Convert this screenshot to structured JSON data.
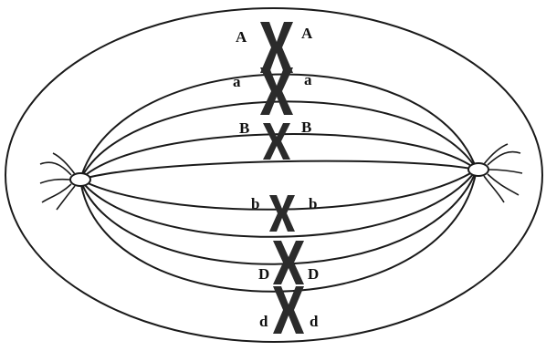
{
  "figure": {
    "colors": {
      "background": "#ffffff",
      "outline": "#1a1a1a",
      "chromosome": "#2b2b2b"
    },
    "chromosomes": [
      {
        "id": "chrom-A",
        "left_label": "A",
        "right_label": "A"
      },
      {
        "id": "chrom-a",
        "left_label": "a",
        "right_label": "a"
      },
      {
        "id": "chrom-B",
        "left_label": "B",
        "right_label": "B"
      },
      {
        "id": "chrom-b",
        "left_label": "b",
        "right_label": "b"
      },
      {
        "id": "chrom-D",
        "left_label": "D",
        "right_label": "D"
      },
      {
        "id": "chrom-d",
        "left_label": "d",
        "right_label": "d"
      }
    ]
  }
}
